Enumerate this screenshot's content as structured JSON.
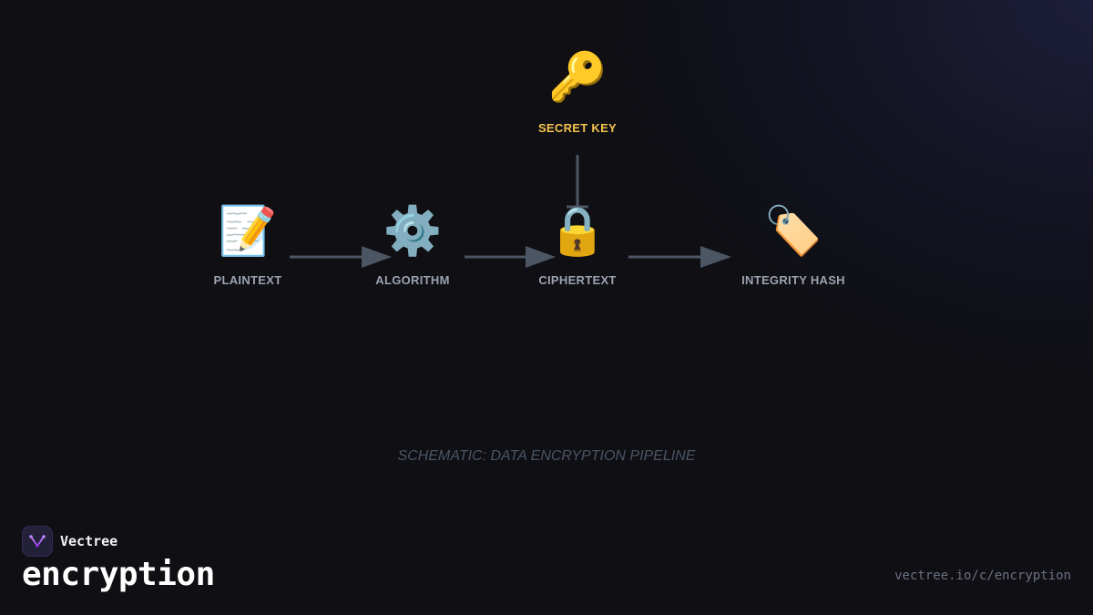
{
  "diagram": {
    "nodes": {
      "key": {
        "emoji": "🔑",
        "label": "SECRET KEY",
        "icon": "key-icon"
      },
      "plaintext": {
        "emoji": "📝",
        "label": "PLAINTEXT",
        "icon": "memo-icon"
      },
      "algorithm": {
        "emoji": "⚙️",
        "label": "ALGORITHM",
        "icon": "gear-icon"
      },
      "ciphertext": {
        "emoji": "🔒",
        "label": "CIPHERTEXT",
        "icon": "lock-icon"
      },
      "hash": {
        "emoji": "🏷️",
        "label": "INTEGRITY HASH",
        "icon": "tag-icon"
      }
    },
    "caption": "SCHEMATIC: DATA ENCRYPTION PIPELINE",
    "colors": {
      "arrow": "#4b5563",
      "key_label": "#f5c44e",
      "node_label": "#9ca3af",
      "caption": "#4a5565"
    }
  },
  "footer": {
    "brand": "Vectree",
    "title": "encryption",
    "url": "vectree.io/c/encryption"
  }
}
